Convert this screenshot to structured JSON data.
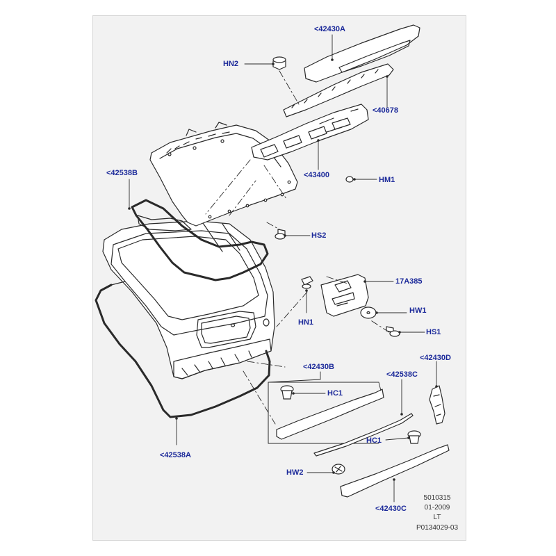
{
  "callouts": {
    "c42430A": "<42430A",
    "hn2": "HN2",
    "c40678": "<40678",
    "c42538B": "<42538B",
    "c43400": "<43400",
    "hm1": "HM1",
    "hs2": "HS2",
    "c17A385": "17A385",
    "hw1": "HW1",
    "hn1": "HN1",
    "hs1": "HS1",
    "c42430D": "<42430D",
    "c42430B": "<42430B",
    "c42538C": "<42538C",
    "hc1a": "HC1",
    "hc1b": "HC1",
    "c42538A": "<42538A",
    "hw2": "HW2",
    "c42430C": "<42430C"
  },
  "footer": {
    "doc_number": "5010315",
    "date": "01-2009",
    "region": "LT",
    "illustration_id": "P0134029-03"
  },
  "colors": {
    "callout": "#1c2a9a",
    "line": "#2a2a2a",
    "background": "#f2f2f2",
    "part_fill": "#ffffff"
  }
}
